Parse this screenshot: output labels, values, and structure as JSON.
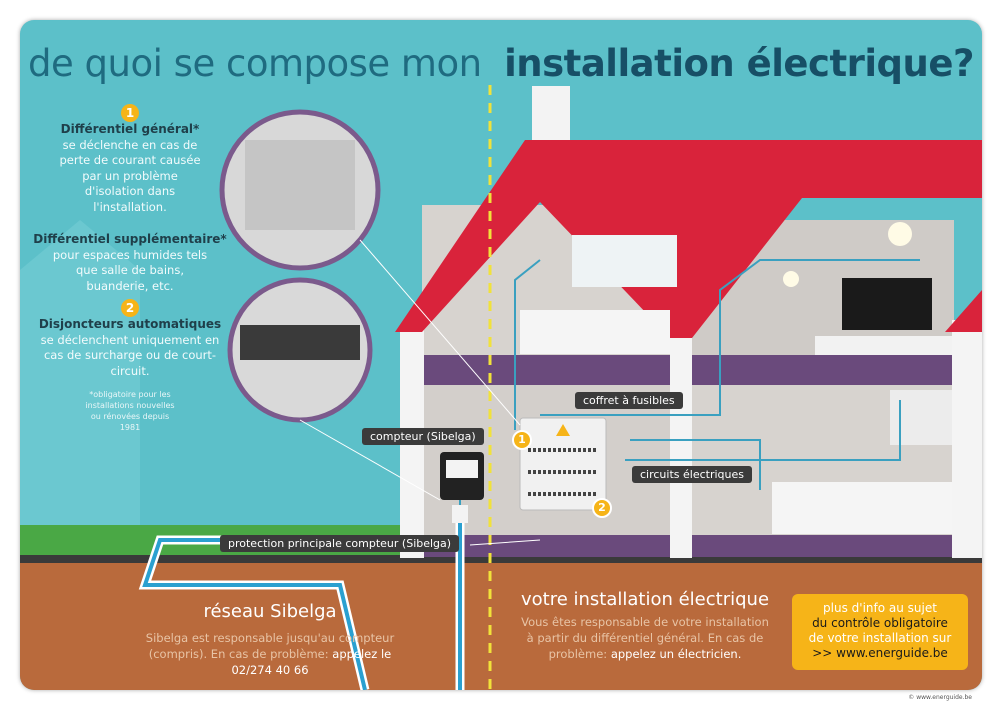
{
  "title": {
    "part1": "de quoi se compose mon",
    "part2": "installation électrique?"
  },
  "left_panel": {
    "item1": {
      "number": "1",
      "heading": "Différentiel général*",
      "text": "se déclenche en cas de perte de courant causée par un problème d'isolation dans l'installation."
    },
    "item1b": {
      "heading": "Différentiel supplémentaire*",
      "text": "pour espaces humides tels que salle de bains, buanderie, etc."
    },
    "item2": {
      "number": "2",
      "heading": "Disjoncteurs automatiques",
      "text": "se déclenchent uniquement en cas de surcharge ou de court-circuit."
    },
    "footnote": "*obligatoire pour les installations nouvelles ou rénovées depuis 1981"
  },
  "labels": {
    "fuse_box": "coffret à fusibles",
    "meter": "compteur (Sibelga)",
    "circuits": "circuits électriques",
    "main_protection": "protection principale compteur (Sibelga)",
    "badge1": "1",
    "badge2": "2"
  },
  "bottom_left": {
    "title": "réseau Sibelga",
    "text": "Sibelga est responsable jusqu'au compteur (compris). En cas de problème:",
    "highlight": "appelez le 02/274 40 66"
  },
  "bottom_mid": {
    "title": "votre installation électrique",
    "text": "Vous êtes responsable de votre installation à partir du différentiel général. En cas de problème:",
    "highlight": "appelez un électricien."
  },
  "info_box": {
    "line1": "plus d'info au sujet",
    "line2": "du contrôle obligatoire",
    "line3": "de votre installation sur",
    "line4": ">> www.energuide.be"
  },
  "copyright": "© www.energuide.be",
  "colors": {
    "sky": "#5cc0c9",
    "roof": "#d9233b",
    "floor": "#6a4a7c",
    "ground": "#b96a3c",
    "grass": "#4aa845",
    "accent": "#f6b418"
  }
}
